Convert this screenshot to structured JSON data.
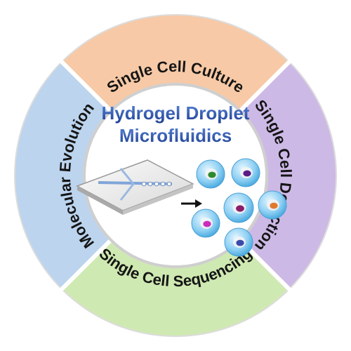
{
  "center": {
    "title_line1": "Hydrogel Droplet",
    "title_line2": "Microfluidics",
    "title_color": "#2a4fa8"
  },
  "segments": [
    {
      "label": "Single Cell Culture",
      "color": "#f7c9a6"
    },
    {
      "label": "Single Cell Detection",
      "color": "#cdb9e6"
    },
    {
      "label": "Single Cell Sequencing",
      "color": "#cfe9b2"
    },
    {
      "label": "Molecular Evolution",
      "color": "#bcd4ee"
    }
  ],
  "cell_colors": [
    "#2f8a2f",
    "#5b1c86",
    "#e07a2e",
    "#8a1c6a",
    "#cc2bbd",
    "#3b4aa8"
  ],
  "arrow_icon": "arrow-right-icon"
}
